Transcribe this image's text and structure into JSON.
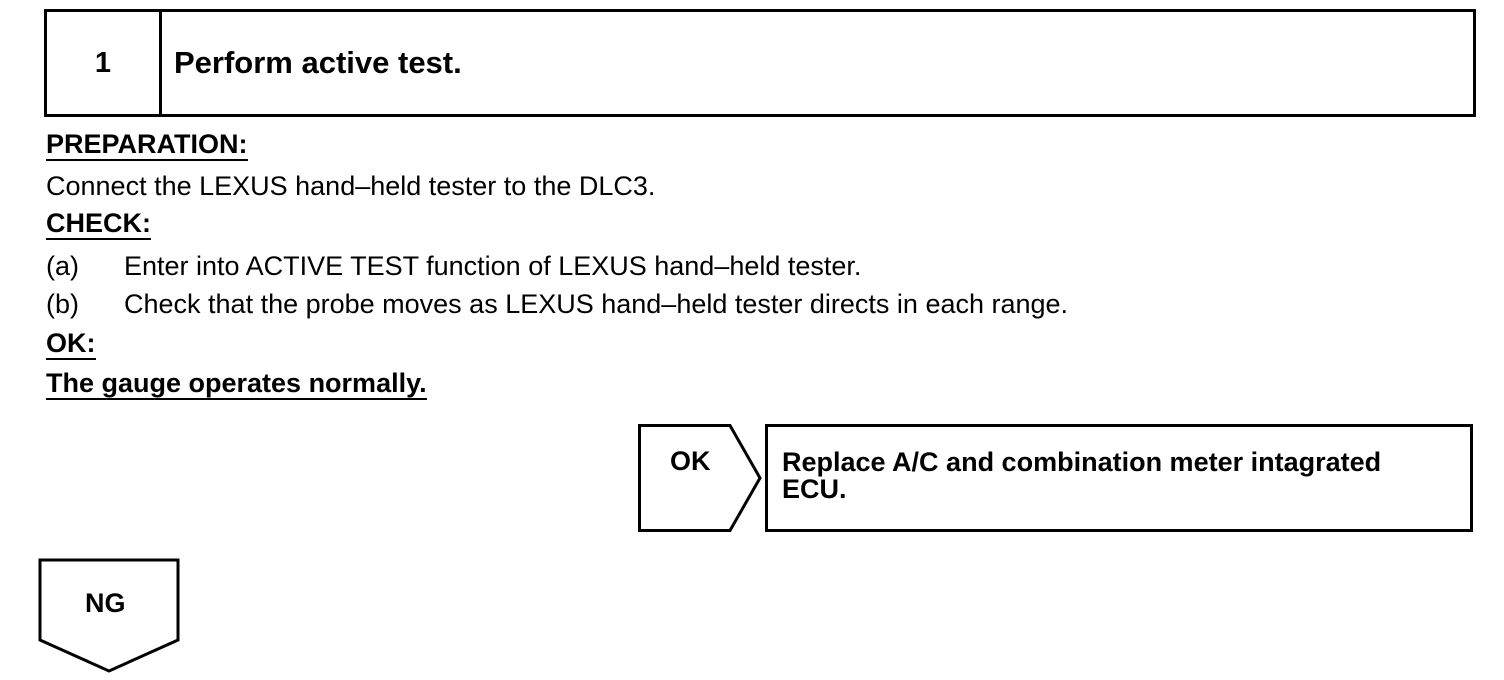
{
  "step": {
    "number": "1",
    "title": "Perform active test."
  },
  "preparation": {
    "heading": "PREPARATION:",
    "text": "Connect the LEXUS hand–held tester to the DLC3."
  },
  "check": {
    "heading": "CHECK:",
    "items": [
      {
        "label": "(a)",
        "text": "Enter into ACTIVE TEST function of LEXUS hand–held tester."
      },
      {
        "label": "(b)",
        "text": "Check that the probe moves as LEXUS hand–held tester directs in each range."
      }
    ]
  },
  "ok": {
    "heading": "OK:",
    "text": "The gauge operates normally."
  },
  "result_ok": {
    "label": "OK",
    "line1": "Replace A/C and combination meter intagrated",
    "line2": "ECU."
  },
  "result_ng": {
    "label": "NG"
  }
}
